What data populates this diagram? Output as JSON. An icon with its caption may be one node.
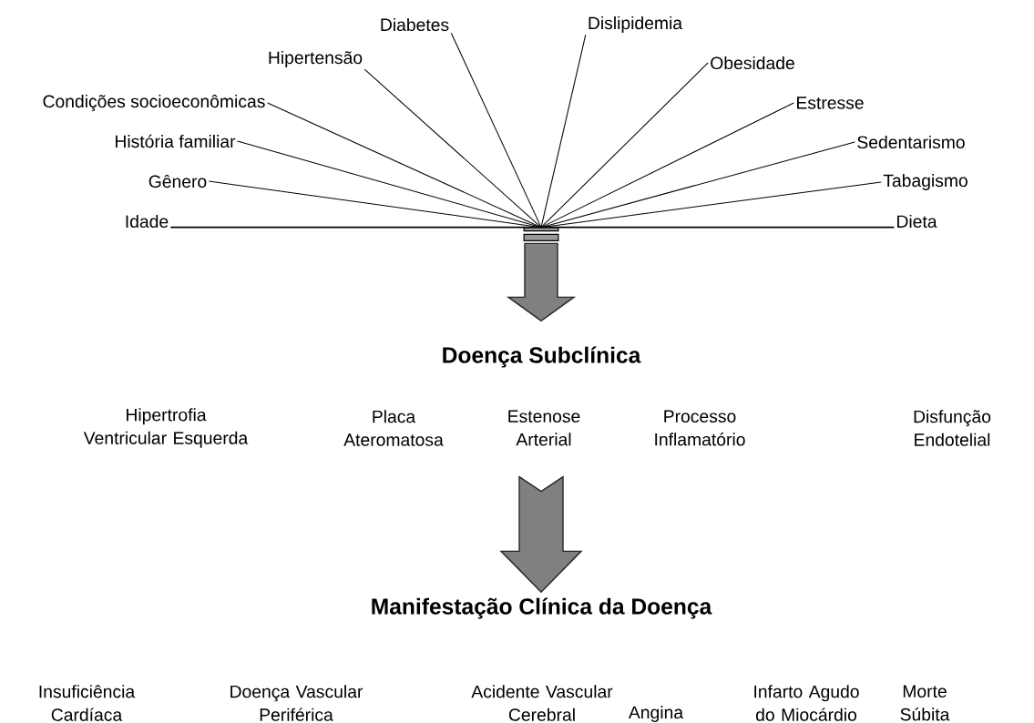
{
  "diagram": {
    "nodes": [
      {
        "text": [
          "Diabetes"
        ]
      },
      {
        "text": [
          "Dislipidemia"
        ]
      },
      {
        "text": [
          "Hipertensão"
        ]
      },
      {
        "text": [
          "Obesidade"
        ]
      },
      {
        "text": [
          "Condições socioeconômicas"
        ]
      },
      {
        "text": [
          "Estresse"
        ]
      },
      {
        "text": [
          "História familiar"
        ]
      },
      {
        "text": [
          "Sedentarismo"
        ]
      },
      {
        "text": [
          "Gênero"
        ]
      },
      {
        "text": [
          "Tabagismo"
        ]
      },
      {
        "text": [
          "Idade"
        ]
      },
      {
        "text": [
          "Dieta"
        ]
      },
      {
        "text": [],
        "shape": "bar"
      },
      {
        "text": [
          "Doença Subclínica"
        ]
      },
      {
        "text": [
          "Hipertrofia Ventricular Esquerda"
        ]
      },
      {
        "text": [
          "Placa Ateromatosa"
        ]
      },
      {
        "text": [
          "Estenose Arterial"
        ]
      },
      {
        "text": [
          "Processo Inflamatório"
        ]
      },
      {
        "text": [
          "Disfunção Endotelial"
        ]
      },
      {
        "text": [
          "Manifestação Clínica da Doença"
        ]
      },
      {
        "text": [
          "Insuficiência Cardíaca"
        ]
      },
      {
        "text": [
          "Doença Vascular Periférica"
        ]
      },
      {
        "text": [
          "Acidente Vascular Cerebral"
        ]
      },
      {
        "text": [
          "Angina"
        ]
      },
      {
        "text": [
          "Infarto Agudo do Miocárdio"
        ]
      },
      {
        "text": [
          "Morte Súbita"
        ]
      }
    ],
    "edges": [
      {
        "from": 0,
        "to": 12,
        "arrow": "none"
      },
      {
        "from": 1,
        "to": 12,
        "arrow": "none"
      },
      {
        "from": 2,
        "to": 12,
        "arrow": "none"
      },
      {
        "from": 3,
        "to": 12,
        "arrow": "none"
      },
      {
        "from": 4,
        "to": 12,
        "arrow": "none"
      },
      {
        "from": 5,
        "to": 12,
        "arrow": "none"
      },
      {
        "from": 6,
        "to": 12,
        "arrow": "none"
      },
      {
        "from": 7,
        "to": 12,
        "arrow": "none"
      },
      {
        "from": 8,
        "to": 12,
        "arrow": "none"
      },
      {
        "from": 9,
        "to": 12,
        "arrow": "none"
      },
      {
        "from": 10,
        "to": 12,
        "arrow": "none"
      },
      {
        "from": 11,
        "to": 12,
        "arrow": "none"
      },
      {
        "from": 12,
        "to": 13,
        "arrow": "to",
        "style": "thick",
        "color": "#808080"
      },
      {
        "from": 16,
        "to": 19,
        "arrow": "to",
        "style": "thick",
        "color": "#808080"
      }
    ]
  }
}
